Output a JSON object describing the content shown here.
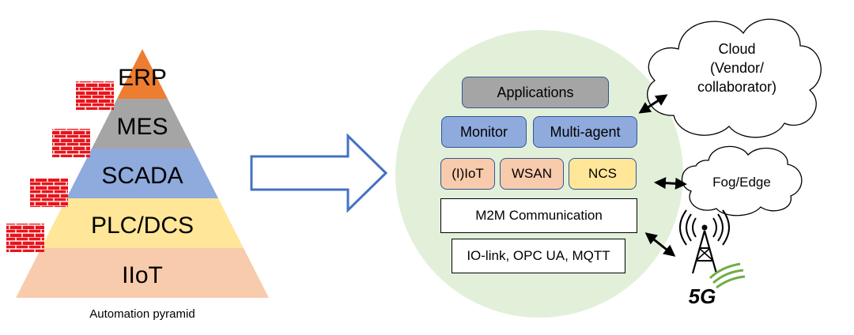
{
  "pyramid": {
    "levels": [
      "ERP",
      "MES",
      "SCADA",
      "PLC/DCS",
      "IIoT"
    ],
    "caption": "Automation pyramid"
  },
  "stack": {
    "applications": "Applications",
    "monitor": "Monitor",
    "multi_agent": "Multi-agent",
    "iiot": "(I)IoT",
    "wsan": "WSAN",
    "ncs": "NCS",
    "m2m": "M2M Communication",
    "protocols": "IO-link, OPC UA, MQTT"
  },
  "cloud": {
    "line1": "Cloud",
    "line2": "(Vendor/",
    "line3": "collaborator)"
  },
  "fog": "Fog/Edge",
  "tower_label": "5G",
  "colors": {
    "erp": "#ED7D31",
    "mes": "#A5A5A5",
    "scada": "#8FAADC",
    "plc": "#FFE699",
    "iiot": "#F8CBAD",
    "circle": "#E2F0D9",
    "arrow": "#4472C4",
    "brick": "#E8141C",
    "apps": "#A5A5A5",
    "blue_box": "#8FAADC",
    "peach_box": "#F8CBAD",
    "yellow_box": "#FFE699",
    "green": "#70AD47"
  }
}
